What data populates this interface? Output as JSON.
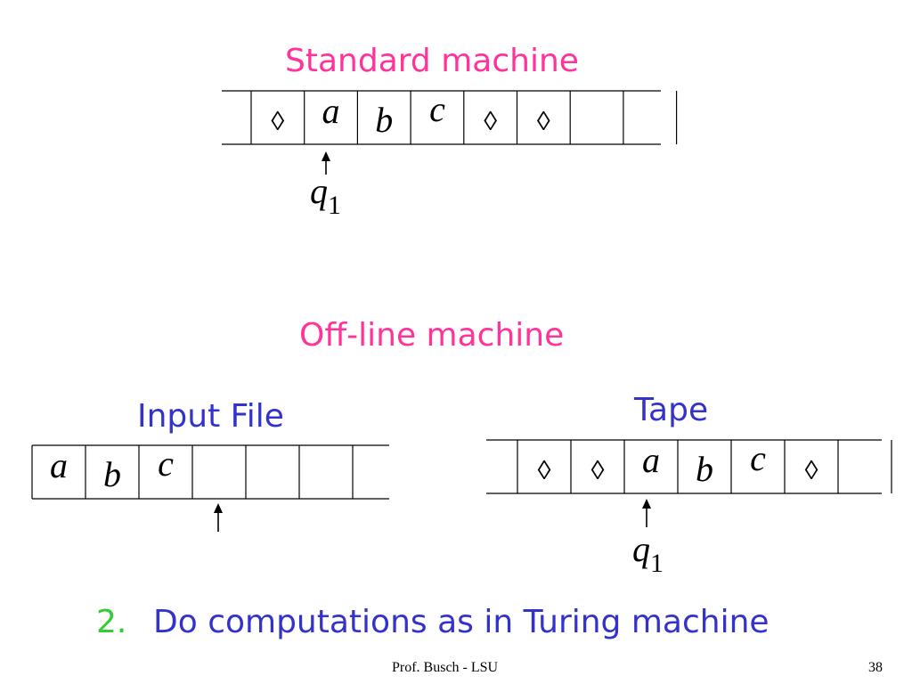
{
  "standard": {
    "title": "Standard machine",
    "tape": [
      "◊",
      "a",
      "b",
      "c",
      "◊",
      "◊",
      "",
      ""
    ],
    "state_label": "q",
    "state_sub": "1"
  },
  "offline": {
    "title": "Off-line machine",
    "input_file": {
      "label": "Input File",
      "cells": [
        "a",
        "b",
        "c",
        "",
        "",
        ""
      ]
    },
    "tape": {
      "label": "Tape",
      "cells": [
        "◊",
        "◊",
        "a",
        "b",
        "c",
        "◊",
        ""
      ],
      "state_label": "q",
      "state_sub": "1"
    }
  },
  "bullet": {
    "number": "2.",
    "text": "Do computations as in Turing machine"
  },
  "footer": {
    "author": "Prof. Busch - LSU",
    "page": "38"
  }
}
